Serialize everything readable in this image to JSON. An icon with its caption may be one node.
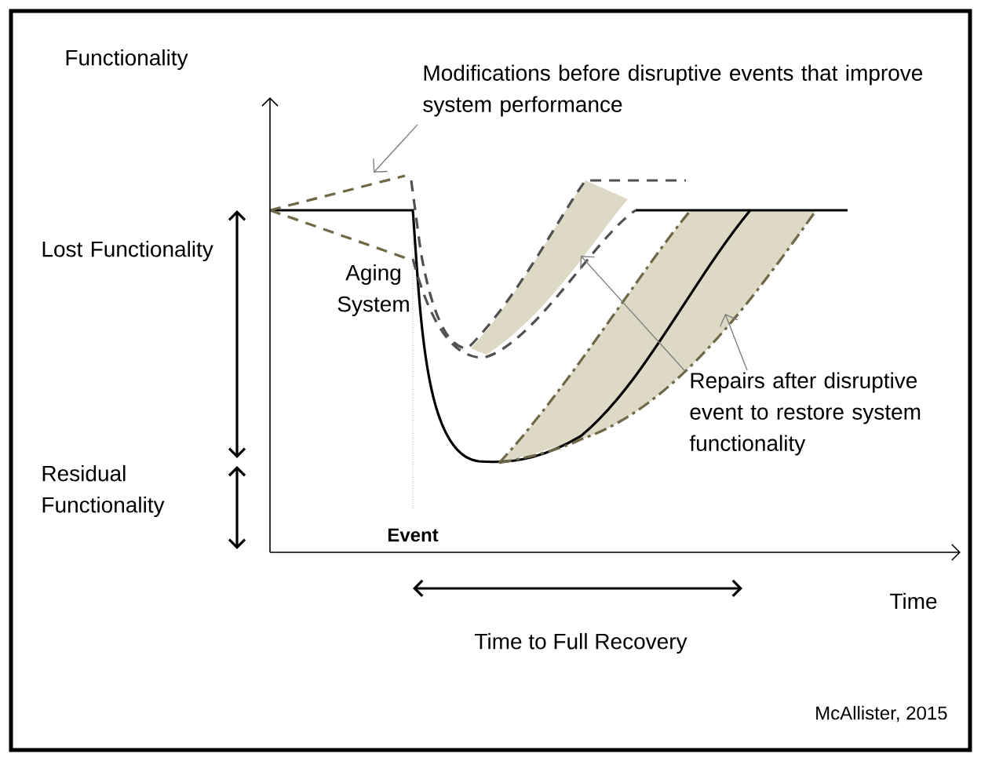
{
  "diagram": {
    "nodes": [
      {
        "text": [
          "Modifications before disruptive events that improve system performance"
        ]
      },
      {
        "text": [
          "Repairs after disruptive event to restore system functionality"
        ]
      }
    ],
    "edges": [
      {
        "from": 0,
        "to": null,
        "arrow": "to"
      },
      {
        "from": 1,
        "to": null,
        "arrow": "to"
      },
      {
        "from": 1,
        "to": null,
        "arrow": "to"
      }
    ],
    "labels": [
      "Functionality",
      "Lost Functionality",
      "Aging System",
      "Residual Functionality",
      "Event",
      "Time",
      "Time to Full Recovery",
      "McAllister, 2015"
    ]
  }
}
